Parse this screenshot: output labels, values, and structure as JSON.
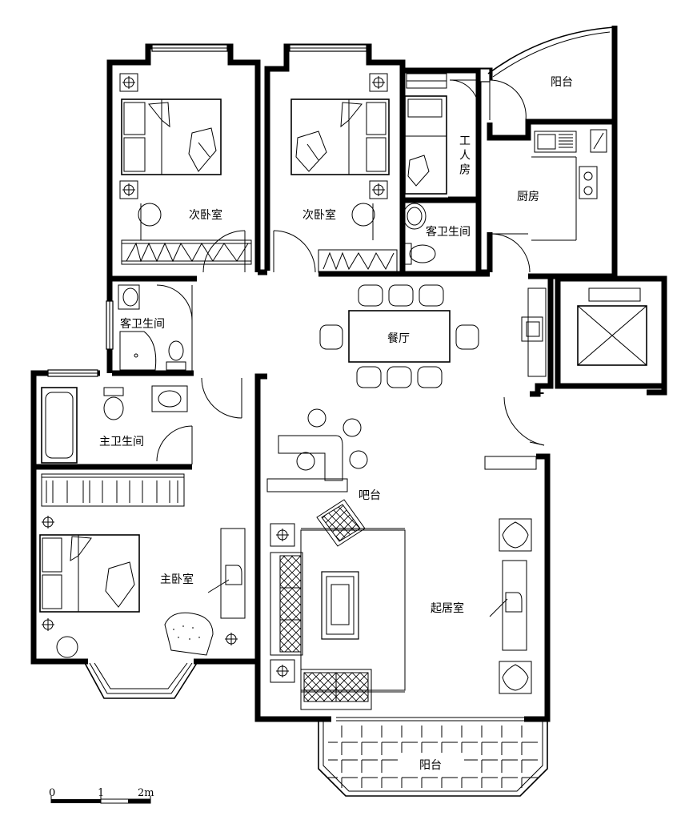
{
  "rooms": {
    "bedroom2_left": "次卧室",
    "bedroom2_right": "次卧室",
    "servant_room": "工人房",
    "kitchen": "厨房",
    "balcony_top": "阳台",
    "guest_bath_right": "客卫生间",
    "guest_bath_left": "客卫生间",
    "dining": "餐厅",
    "master_bath": "主卫生间",
    "bar": "吧台",
    "master_bedroom": "主卧室",
    "living_room": "起居室",
    "balcony_bottom": "阳台"
  },
  "scale_bar": {
    "ticks": [
      "0",
      "1",
      "2m"
    ]
  }
}
